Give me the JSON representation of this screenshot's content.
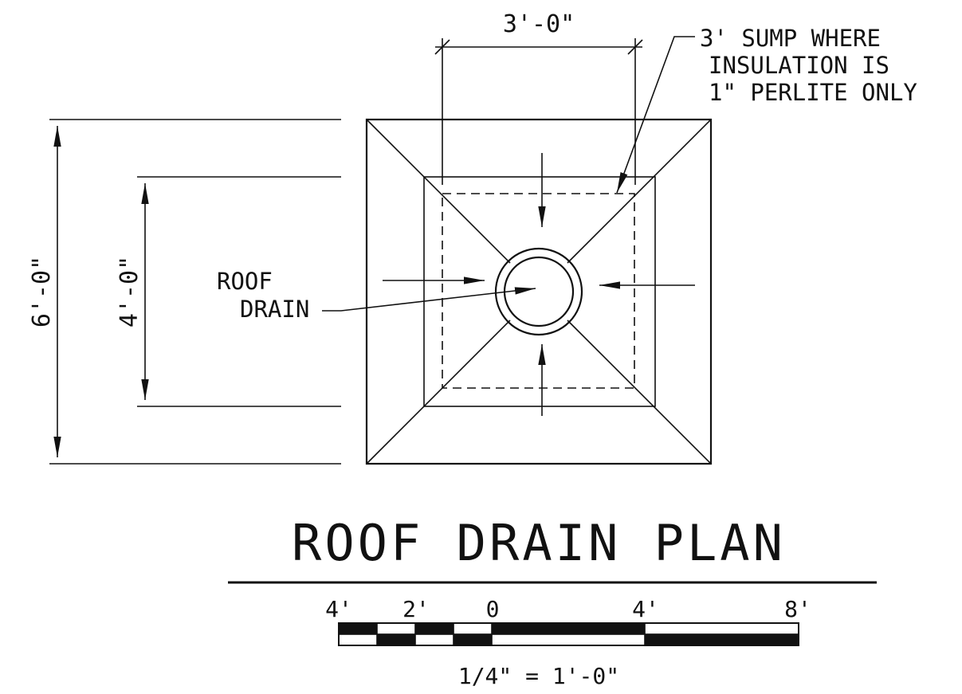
{
  "drawing": {
    "note_sump": [
      "3' SUMP WHERE",
      "INSULATION IS",
      "1\" PERLITE ONLY"
    ],
    "label_drain": [
      "ROOF",
      "DRAIN"
    ],
    "dim_top": "3'-0\"",
    "dim_outer": "6'-0\"",
    "dim_inner": "4'-0\"",
    "title": "ROOF DRAIN PLAN",
    "scale_labels": [
      "4'",
      "2'",
      "0",
      "4'",
      "8'"
    ],
    "scale_ratio": "1/4\" = 1'-0\""
  }
}
